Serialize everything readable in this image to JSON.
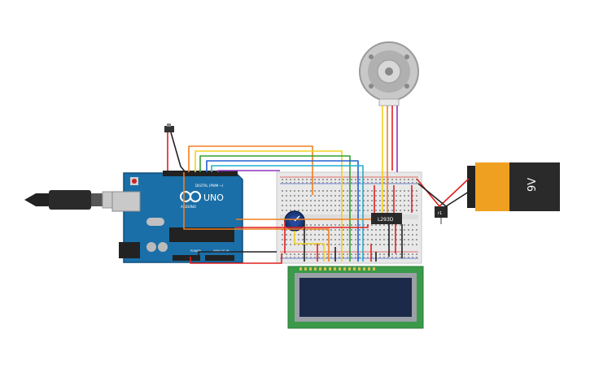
{
  "components": {
    "arduino": {
      "brand": "ARDUINO",
      "model": "UNO",
      "digital_label": "DIGITAL (PWM ~)",
      "power_label": "POWER",
      "analog_label": "ANALOG IN"
    },
    "driver_chip": {
      "label": "L293D"
    },
    "battery": {
      "label": "9V"
    },
    "regulator": {
      "label": "r1"
    }
  },
  "colors": {
    "arduino_board": "#1a6fa8",
    "breadboard": "#e8e8e8",
    "lcd_pcb": "#3a9a4a",
    "lcd_screen": "#1c2a4a",
    "battery_body": "#2a2a2a",
    "battery_cap": "#f0a020",
    "wire_red": "#e02020",
    "wire_black": "#222222",
    "wire_orange": "#f08020",
    "wire_yellow": "#f0d020",
    "wire_green": "#30a030",
    "wire_blue": "#2060d0",
    "wire_cyan": "#20b0d0",
    "wire_purple": "#9030c0"
  },
  "icons": [
    "usb-cable-icon",
    "potentiometer-icon",
    "dc-motor-icon",
    "switch-icon"
  ]
}
